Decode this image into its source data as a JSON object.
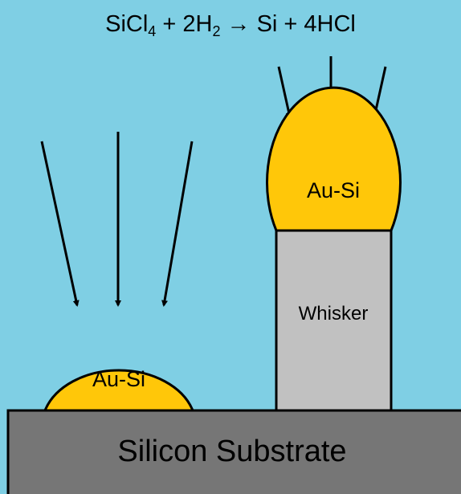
{
  "equation": {
    "reactant1_base": "SiCl",
    "reactant1_sub": "4",
    "plus1": " + ",
    "reactant2_base": "2H",
    "reactant2_sub": "2",
    "arrow": " → ",
    "products": "Si + 4HCl"
  },
  "labels": {
    "droplet_left": "Au-Si",
    "droplet_right": "Au-Si",
    "whisker": "Whisker",
    "substrate": "Silicon Substrate"
  },
  "colors": {
    "background": "#7fcfe4",
    "droplet": "#ffc709",
    "whisker": "#c1c1c1",
    "substrate": "#767676",
    "outline": "#000000"
  }
}
